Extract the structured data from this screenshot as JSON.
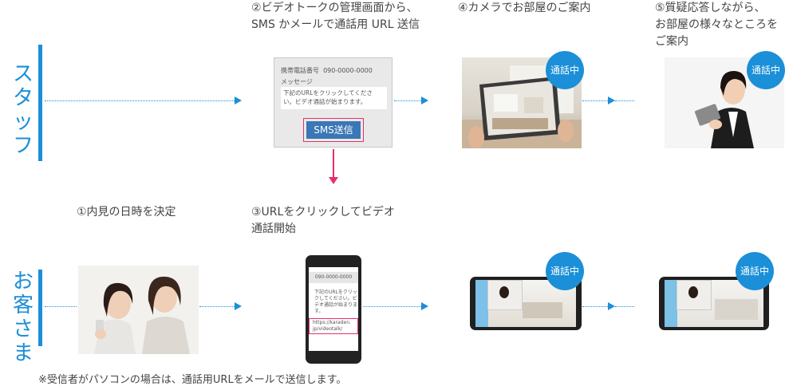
{
  "rows": {
    "staff_label": "スタッフ",
    "guest_label": "お客さま"
  },
  "steps": {
    "step1": "①内見の日時を決定",
    "step2_line1": "②ビデオトークの管理画面から、",
    "step2_line2": "SMS かメールで通話用 URL 送信",
    "step3_line1": "③URLをクリックしてビデオ",
    "step3_line2": "通話開始",
    "step4": "④カメラでお部屋のご案内",
    "step5_line1": "⑤質疑応答しながら、",
    "step5_line2": "お部屋の様々なところを",
    "step5_line3": "ご案内"
  },
  "sms_screen": {
    "phone_label": "携帯電話番号",
    "phone_number": "090-0000-0000",
    "message_label": "メッセージ",
    "message_text_1": "下記のURLをクリックしてくださ",
    "message_text_2": "い。ビデオ通話が始まります。",
    "send_button": "SMS送信"
  },
  "phone_screen": {
    "number": "090-0000-0000",
    "text_1": "下記のURLをクリッ",
    "text_2": "クしてください。ビ",
    "text_3": "デオ通話が始まりま",
    "text_4": "す。",
    "url_1": "https://karaden.",
    "url_2": "jp/videotalk/"
  },
  "badge_text": "通話中",
  "footnote": "※受信者がパソコンの場合は、通話用URLをメールで送信します。",
  "colors": {
    "accent": "#1b8fd8",
    "highlight": "#e5306e",
    "button": "#3a77b6"
  }
}
